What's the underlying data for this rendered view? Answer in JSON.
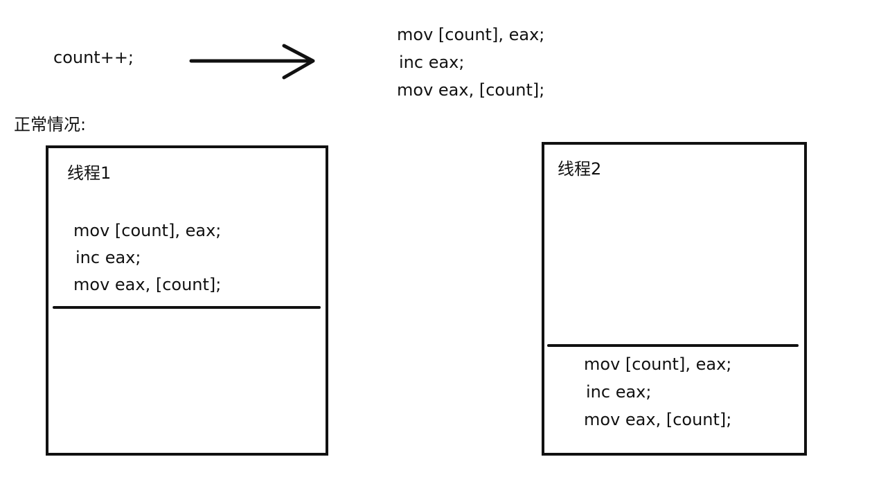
{
  "source_statement": "count++;",
  "expansion": {
    "lines": [
      "mov [count], eax;",
      "inc eax;",
      "mov eax, [count];"
    ]
  },
  "section_title": "正常情况:",
  "thread1": {
    "title": "线程1",
    "lines": [
      "mov [count], eax;",
      "inc eax;",
      "mov eax, [count];"
    ]
  },
  "thread2": {
    "title": "线程2",
    "lines": [
      "mov [count], eax;",
      "inc eax;",
      "mov eax, [count];"
    ]
  },
  "colors": {
    "ink": "#111111",
    "background": "#ffffff"
  }
}
